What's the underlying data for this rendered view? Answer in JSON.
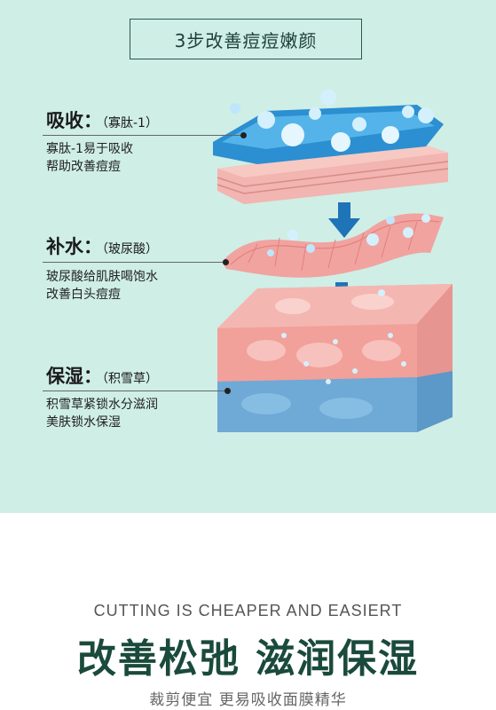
{
  "header": {
    "title": "3步改善痘痘嫩颜"
  },
  "steps": [
    {
      "label": "吸收：",
      "sub": "（寡肽-1）",
      "lines": [
        "寡肽-1易于吸收",
        "帮助改善痘痘"
      ]
    },
    {
      "label": "补水：",
      "sub": "（玻尿酸）",
      "lines": [
        "玻尿酸给肌肤喝饱水",
        "改善白头痘痘"
      ]
    },
    {
      "label": "保湿：",
      "sub": "（积雪草）",
      "lines": [
        "积雪草紧锁水分滋润",
        "美肤锁水保湿"
      ]
    }
  ],
  "footer": {
    "english": "CUTTING IS CHEAPER AND EASIERT",
    "headline": "改善松弛 滋润保湿",
    "subline": "裁剪便宜 更易吸收面膜精华"
  },
  "colors": {
    "background": "#cfeee6",
    "accent": "#1a4a3b",
    "water": "#2b8fd1",
    "skin": "#f1a3a0"
  }
}
